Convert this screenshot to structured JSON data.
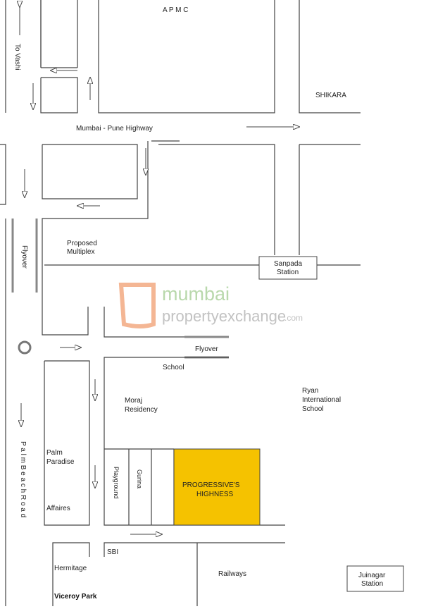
{
  "map": {
    "labels": {
      "apmc": "A   P   M   C",
      "to_vashi": "To Vashi",
      "shikara": "SHIKARA",
      "highway": "Mumbai - Pune Highway",
      "flyover_vertical": "Flyover",
      "proposed_1": "Proposed",
      "proposed_2": "Multiplex",
      "sanpada_1": "Sanpada",
      "sanpada_2": "Station",
      "flyover_horizontal": "Flyover",
      "school": "School",
      "moraj_1": "Moraj",
      "moraj_2": "Residency",
      "ryan_1": "Ryan",
      "ryan_2": "International",
      "ryan_3": "School",
      "palm_paradise_1": "Palm",
      "palm_paradise_2": "Paradise",
      "affaires": "Affaires",
      "playground": "Playground",
      "gurina": "Gurina",
      "highlight_1": "PROGRESSIVE'S",
      "highlight_2": "HIGHNESS",
      "sbi": "SBI",
      "hermitage": "Hermitage",
      "railways": "Railways",
      "viceroy_park": "Viceroy Park",
      "juinagar_1": "Juinagar",
      "juinagar_2": "Station",
      "palm_beach_road": "P a l m   B e a c h   R o a d"
    },
    "watermark": {
      "line1": "mumbai",
      "line2": "propertyexchange",
      "suffix": ".com"
    },
    "colors": {
      "highlight": "#f5c200",
      "road": "#444444",
      "watermark_green": "#a8cf98",
      "watermark_orange": "#f2a57a"
    }
  }
}
